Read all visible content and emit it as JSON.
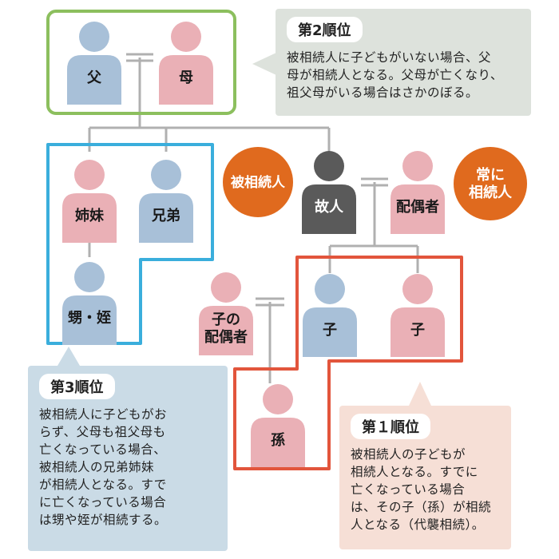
{
  "colors": {
    "male": "#a8c0d8",
    "female": "#eab0b6",
    "deceased": "#5a5a5a",
    "accent_orange": "#e06a1e",
    "green_frame": "#8cbf5e",
    "blue_frame": "#3aaedc",
    "red_frame": "#e2553c",
    "line": "#b0b0b0"
  },
  "persons": {
    "father": "父",
    "mother": "母",
    "sister": "姉妹",
    "brother": "兄弟",
    "nephew_niece": "甥・姪",
    "deceased": "故人",
    "spouse": "配偶者",
    "child_spouse": [
      "子の",
      "配偶者"
    ],
    "child_male": "子",
    "child_female": "子",
    "grandchild": "孫"
  },
  "badges": {
    "decedent": "被相続人",
    "always_heir": [
      "常に",
      "相続人"
    ]
  },
  "rank2": {
    "title": "第2順位",
    "text": "被相続人に子どもがいない場合、父\n母が相続人となる。父母が亡くなり、\n祖父母がいる場合はさかのぼる。"
  },
  "rank3": {
    "title": "第3順位",
    "text": "被相続人に子どもがお\nらず、父母も祖父母も\n亡くなっている場合、\n被相続人の兄弟姉妹\nが相続人となる。すで\nに亡くなっている場合\nは甥や姪が相続する。"
  },
  "rank1": {
    "title": "第１順位",
    "text": "被相続人の子どもが\n相続人となる。すでに\n亡くなっている場合\nは、その子（孫）が相続\n人となる（代襲相続）。"
  }
}
